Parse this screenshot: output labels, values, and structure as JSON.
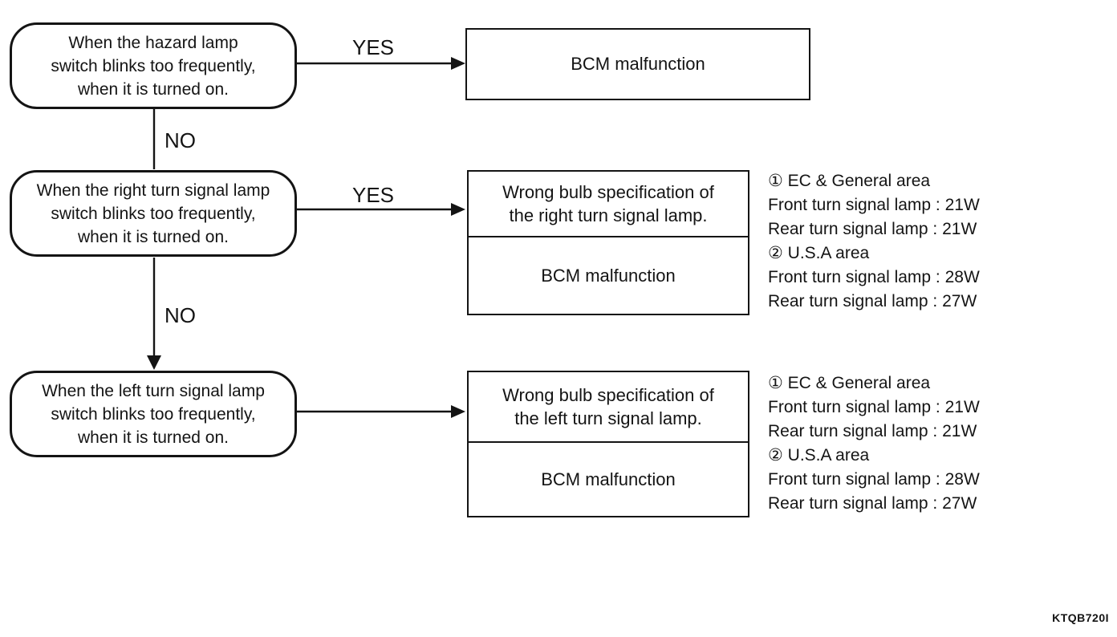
{
  "diagram": {
    "figure_code": "KTQB720I",
    "rows": [
      {
        "condition_lines": [
          "When the hazard lamp",
          "switch blinks too frequently,",
          "when it is turned on."
        ],
        "branch_label": "YES",
        "connector_label": "NO",
        "result": "BCM malfunction"
      },
      {
        "condition_lines": [
          "When the right turn signal lamp",
          "switch blinks too frequently,",
          "when it is turned on."
        ],
        "branch_label": "YES",
        "connector_label": "NO",
        "result_top_lines": [
          "Wrong bulb specification of",
          "the right turn signal lamp."
        ],
        "result_bottom": "BCM malfunction",
        "notes": [
          "① EC & General area",
          "Front turn signal lamp : 21W",
          "Rear turn signal lamp : 21W",
          "② U.S.A area",
          "Front turn signal lamp : 28W",
          "Rear turn signal lamp : 27W"
        ]
      },
      {
        "condition_lines": [
          "When the left turn signal lamp",
          "switch blinks too frequently,",
          "when it is turned on."
        ],
        "result_top_lines": [
          "Wrong bulb specification of",
          "the left turn signal lamp."
        ],
        "result_bottom": "BCM malfunction",
        "notes": [
          "① EC & General area",
          "Front turn signal lamp : 21W",
          "Rear turn signal lamp : 21W",
          "② U.S.A area",
          "Front turn signal lamp : 28W",
          "Rear turn signal lamp : 27W"
        ]
      }
    ]
  }
}
